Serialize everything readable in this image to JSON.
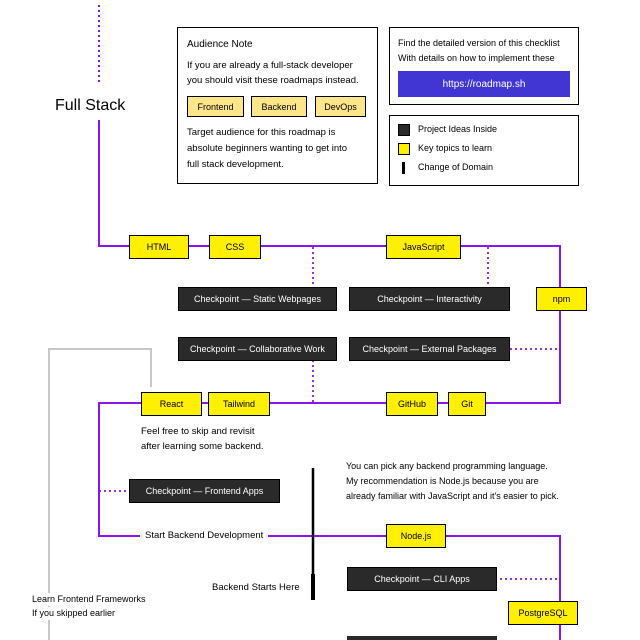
{
  "title": "Full Stack",
  "audience_note": {
    "heading": "Audience Note",
    "intro": [
      "If you are already a full-stack developer",
      "you should visit these roadmaps instead."
    ],
    "roadmaps": [
      "Frontend",
      "Backend",
      "DevOps"
    ],
    "target": [
      "Target audience for this roadmap is",
      "absolute beginners wanting to get into",
      "full stack development."
    ]
  },
  "detail": {
    "text": [
      "Find the detailed version of this checklist",
      "With details on how to implement these"
    ],
    "link_label": "https://roadmap.sh"
  },
  "legend": {
    "items": [
      "Project Ideas Inside",
      "Key topics to learn",
      "Change of Domain"
    ]
  },
  "topics": {
    "html": "HTML",
    "css": "CSS",
    "javascript": "JavaScript",
    "npm": "npm",
    "react": "React",
    "tailwind": "Tailwind",
    "github": "GitHub",
    "git": "Git",
    "nodejs": "Node.js",
    "postgresql": "PostgreSQL"
  },
  "checkpoints": {
    "static": "Checkpoint — Static Webpages",
    "interactivity": "Checkpoint — Interactivity",
    "collab": "Checkpoint — Collaborative Work",
    "packages": "Checkpoint — External Packages",
    "frontend_apps": "Checkpoint — Frontend Apps",
    "cli_apps": "Checkpoint — CLI Apps"
  },
  "notes": {
    "skip": [
      "Feel free to skip and revisit",
      "after learning some backend."
    ],
    "backend_lang": [
      "You can pick any backend programming language.",
      "My recommendation is Node.js because you are",
      "already familiar with JavaScript and it's easier to pick."
    ],
    "start_backend": "Start Backend Development",
    "backend_starts": "Backend Starts Here",
    "learn_frameworks": [
      "Learn Frontend Frameworks",
      "If you skipped earlier"
    ]
  },
  "colors": {
    "path": "#8a16ee",
    "topic": "#FFEF00",
    "checkpoint": "#2a2a2a",
    "link": "#4136d4",
    "roadmap_tag": "#fde68a",
    "grey_line": "#c8c8c8"
  }
}
